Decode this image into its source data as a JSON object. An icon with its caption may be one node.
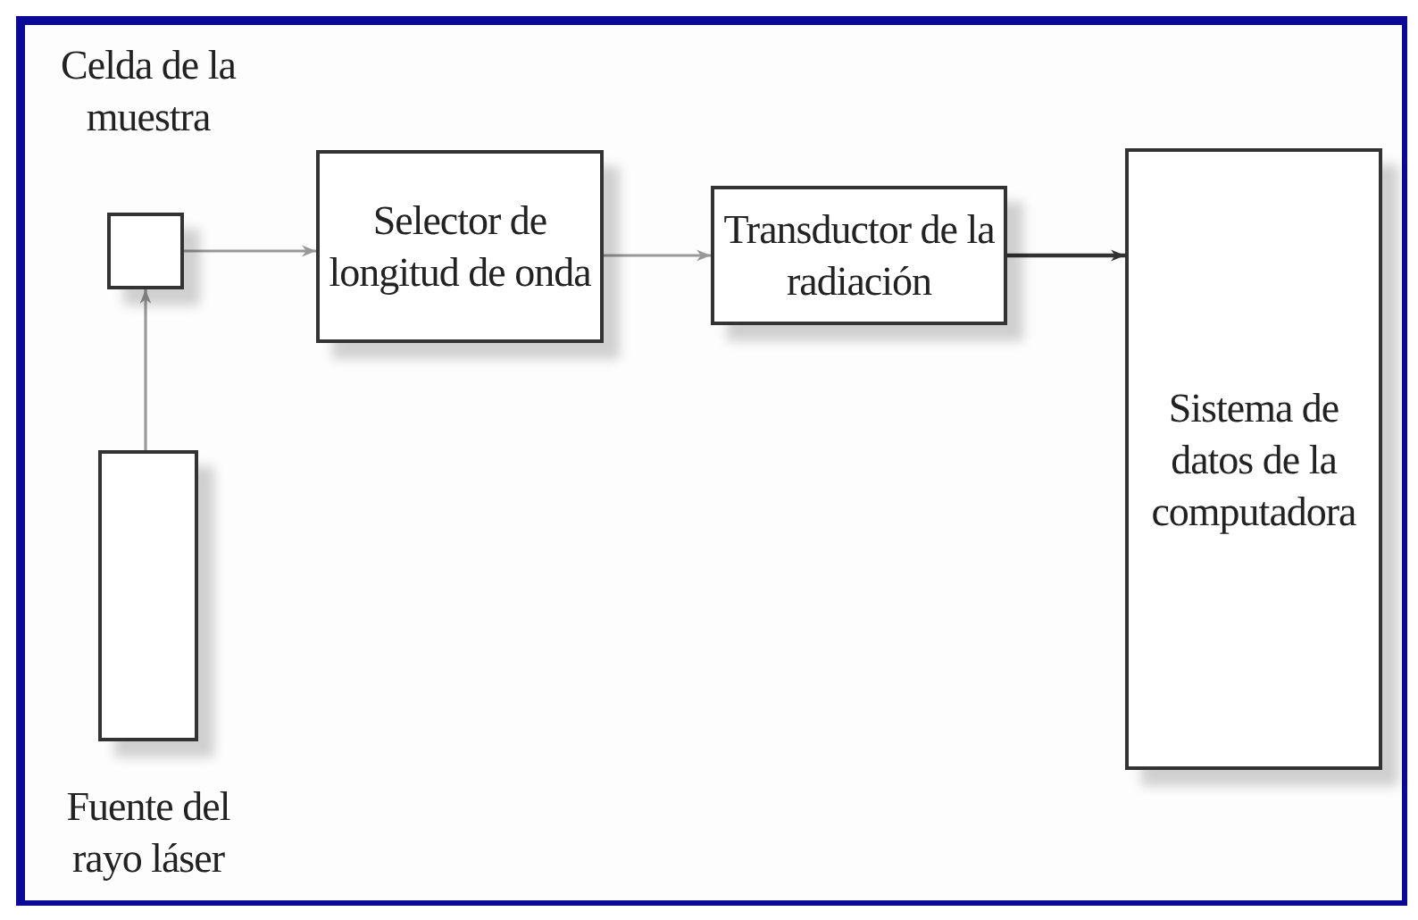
{
  "diagram": {
    "nodes": [
      {
        "text": [
          "Celda de la muestra"
        ]
      },
      {
        "text": [
          "Fuente del rayo láser"
        ]
      },
      {
        "text": [
          "Selector de longitud de onda"
        ]
      },
      {
        "text": [
          "Transductor de la radiación"
        ]
      },
      {
        "text": [
          "Sistema de datos de la computadora"
        ]
      }
    ],
    "edges": [
      {
        "from": 1,
        "to": 0,
        "arrow": "to"
      },
      {
        "from": 0,
        "to": 2,
        "arrow": "to"
      },
      {
        "from": 2,
        "to": 3,
        "arrow": "to"
      },
      {
        "from": 3,
        "to": 4,
        "arrow": "to",
        "color": "#333333"
      }
    ]
  }
}
